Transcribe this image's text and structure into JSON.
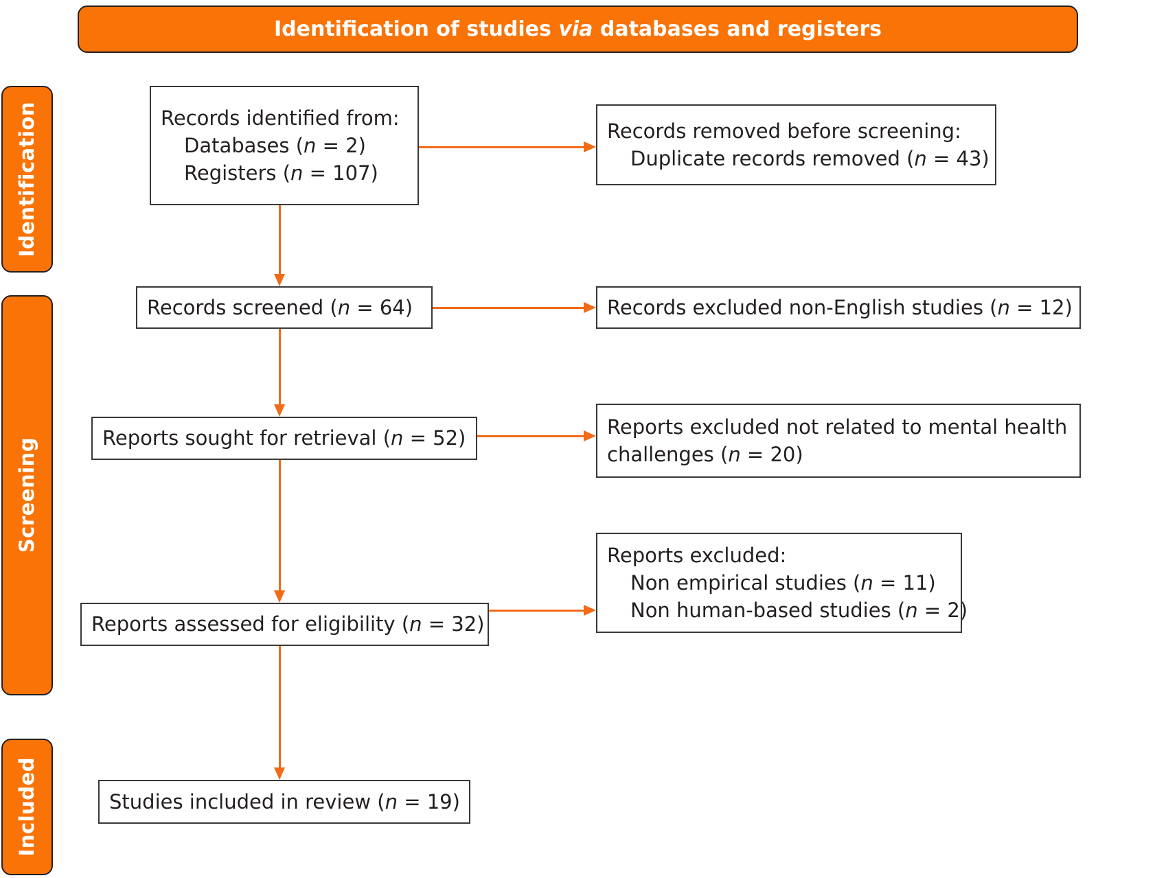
{
  "header": {
    "title_part1": "Identification of studies ",
    "title_italic": "via",
    "title_part2": " databases and registers"
  },
  "phases": [
    {
      "id": "identification",
      "label": "Identification"
    },
    {
      "id": "screening",
      "label": "Screening"
    },
    {
      "id": "included",
      "label": "Included"
    }
  ],
  "boxes": {
    "records_identified": {
      "line1": "Records identified from:",
      "line2_text": "Databases (",
      "line2_italic": "n",
      "line2_rest": " = 2)",
      "line3_text": "Registers (",
      "line3_italic": "n",
      "line3_rest": " = 107)"
    },
    "records_removed": {
      "line1": "Records removed before screening:",
      "line2_text": "Duplicate records removed (",
      "line2_italic": "n",
      "line2_rest": " = 43)"
    },
    "records_screened": {
      "line1_text": "Records screened (",
      "line1_italic": "n",
      "line1_rest": " = 64)"
    },
    "records_excluded": {
      "line1_text": "Records excluded non-English studies (",
      "line1_italic": "n",
      "line1_rest": " = 12)"
    },
    "reports_sought": {
      "line1_text": "Reports sought for retrieval (",
      "line1_italic": "n",
      "line1_rest": " = 52)"
    },
    "reports_excluded_mental": {
      "line1_text": "Reports excluded not related to mental health challenges (",
      "line1_italic": "n",
      "line1_rest": " = 20)"
    },
    "reports_assessed": {
      "line1_text": "Reports assessed for eligibility (",
      "line1_italic": "n",
      "line1_rest": " = 32)"
    },
    "reports_excluded_list": {
      "line1": "Reports excluded:",
      "line2_text": "Non empirical studies (",
      "line2_italic": "n",
      "line2_rest": " = 11)",
      "line3_text": "Non human-based studies (",
      "line3_italic": "n",
      "line3_rest": " = 2)"
    },
    "studies_included": {
      "line1_text": "Studies included in review (",
      "line1_italic": "n",
      "line1_rest": " = 19)"
    }
  },
  "colors": {
    "accent_orange": "#f97306",
    "arrow_orange": "#f26a16",
    "box_border": "#3b3737",
    "text": "#231f20",
    "banner_text": "#ffffff"
  }
}
